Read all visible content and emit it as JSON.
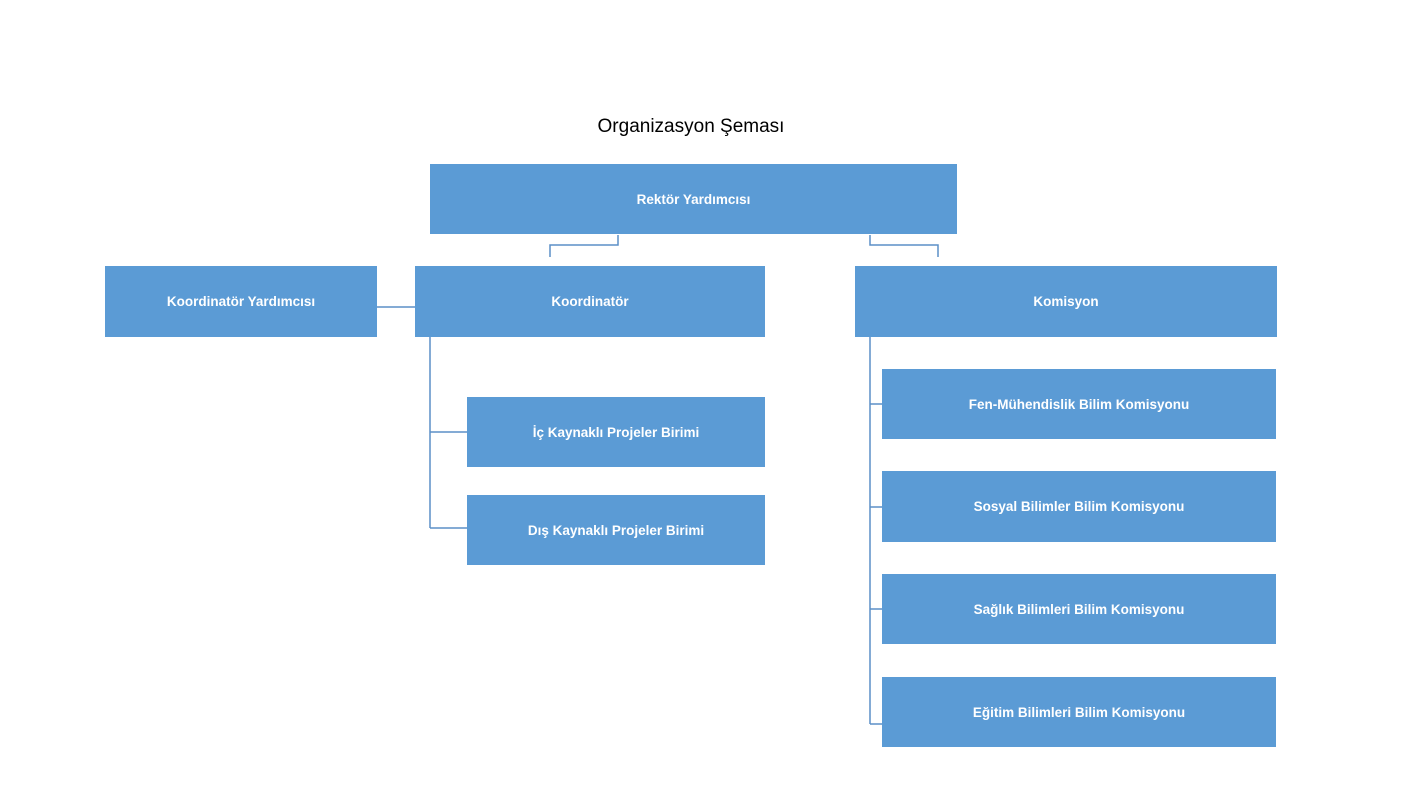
{
  "title": "Organizasyon Şeması",
  "colors": {
    "box_fill": "#5b9bd5",
    "box_text": "#ffffff",
    "connector": "#5b8fc7"
  },
  "nodes": {
    "rektor_yardimcisi": "Rektör Yardımcısı",
    "koordinator_yardimcisi": "Koordinatör Yardımcısı",
    "koordinator": "Koordinatör",
    "komisyon": "Komisyon",
    "ic_kaynakli": "İç Kaynaklı Projeler Birimi",
    "dis_kaynakli": "Dış Kaynaklı Projeler Birimi",
    "fen_muhendislik": "Fen-Mühendislik Bilim Komisyonu",
    "sosyal_bilimler": "Sosyal Bilimler Bilim Komisyonu",
    "saglik_bilimleri": "Sağlık Bilimleri Bilim Komisyonu",
    "egitim_bilimleri": "Eğitim Bilimleri Bilim Komisyonu"
  }
}
